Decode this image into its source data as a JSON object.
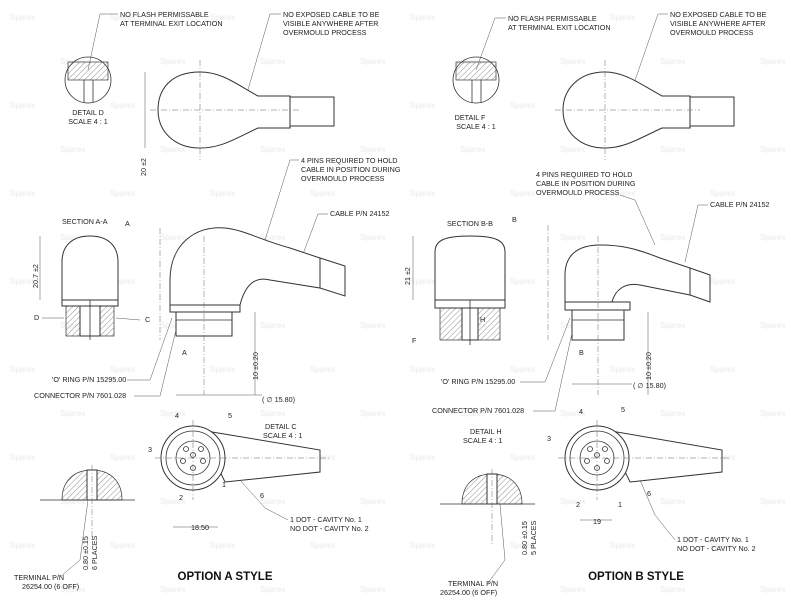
{
  "watermark_text": "Sparex",
  "option_a": {
    "title": "OPTION A STYLE",
    "note_flash": [
      "NO FLASH PERMISSABLE",
      "AT TERMINAL EXIT LOCATION"
    ],
    "note_cable": [
      "NO EXPOSED CABLE TO BE",
      "VISIBLE ANYWHERE AFTER",
      "OVERMOULD PROCESS"
    ],
    "detail_label": [
      "DETAIL D",
      "SCALE 4 : 1"
    ],
    "dim_height": "20 ±2",
    "note_pins": [
      "4 PINS REQUIRED TO HOLD",
      "CABLE IN POSITION DURING",
      "OVERMOULD PROCESS"
    ],
    "cable_pn": "CABLE P/N 24152",
    "section_label": "SECTION A-A",
    "section_marker": "A",
    "dim_section_height": "20.7 ±2",
    "label_d": "D",
    "label_c": "C",
    "oring": "'O' RING P/N 15295.00",
    "connector": "CONNECTOR P/N 7601.028",
    "dim_vertical": "10 ±0.20",
    "dim_dia": "( ∅ 15.80)",
    "detail_c": [
      "DETAIL C",
      "SCALE 4 : 1"
    ],
    "pins": [
      "1",
      "2",
      "3",
      "4",
      "5",
      "6"
    ],
    "dim_width": "18.50",
    "dim_terminal": [
      "0.80 ±0.15",
      "6 PLACES"
    ],
    "cavity_note": [
      "1 DOT - CAVITY No. 1",
      "NO DOT - CAVITY No. 2"
    ],
    "terminal": [
      "TERMINAL P/N",
      "26254.00 (6 OFF)"
    ]
  },
  "option_b": {
    "title": "OPTION B STYLE",
    "note_flash": [
      "NO FLASH PERMISSABLE",
      "AT TERMINAL EXIT LOCATION"
    ],
    "note_cable": [
      "NO EXPOSED CABLE TO BE",
      "VISIBLE ANYWHERE AFTER",
      "OVERMOULD PROCESS"
    ],
    "detail_label": [
      "DETAIL F",
      "SCALE 4 : 1"
    ],
    "note_pins": [
      "4 PINS REQUIRED TO HOLD",
      "CABLE IN POSITION DURING",
      "OVERMOULD PROCESS"
    ],
    "cable_pn": "CABLE P/N 24152",
    "section_label": "SECTION B-B",
    "section_marker": "B",
    "dim_section_height": "21 ±2",
    "label_f": "F",
    "label_h": "H",
    "oring": "'O' RING P/N 15295.00",
    "connector": "CONNECTOR P/N 7601.028",
    "dim_vertical": "10 ±0.20",
    "dim_dia": "( ∅ 15.80)",
    "detail_h": [
      "DETAIL H",
      "SCALE 4 : 1"
    ],
    "pins": [
      "1",
      "2",
      "3",
      "4",
      "5",
      "6"
    ],
    "dim_width": "19",
    "dim_terminal": [
      "0.80 ±0.15",
      "5 PLACES"
    ],
    "cavity_note": [
      "1 DOT - CAVITY No. 1",
      "NO DOT - CAVITY No. 2"
    ],
    "terminal": [
      "TERMINAL P/N",
      "26254.00 (6 OFF)"
    ]
  }
}
